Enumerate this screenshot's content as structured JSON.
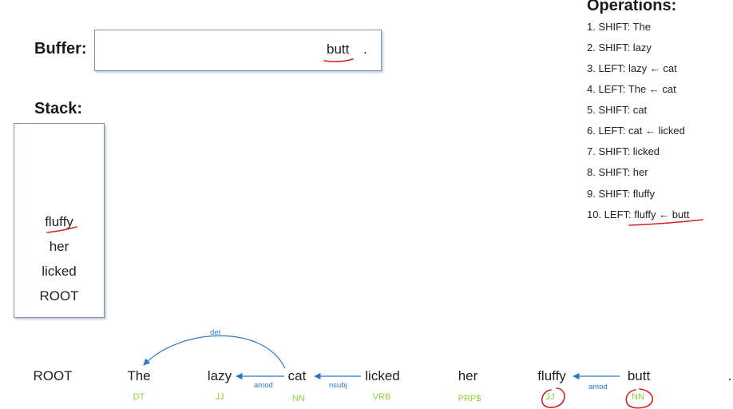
{
  "buffer": {
    "title": "Buffer:",
    "words": [
      "butt",
      "."
    ]
  },
  "stack": {
    "title": "Stack:",
    "items": [
      "fluffy",
      "her",
      "licked",
      "ROOT"
    ]
  },
  "operations": {
    "title": "Operations:",
    "items": [
      "1. SHIFT: The",
      "2. SHIFT: lazy",
      "3. LEFT: lazy ← cat",
      "4. LEFT: The ← cat",
      "5. SHIFT: cat",
      "6. LEFT: cat ← licked",
      "7. SHIFT: licked",
      "8. SHIFT: her",
      "9. SHIFT: fluffy",
      "10. LEFT: fluffy ← butt"
    ]
  },
  "sentence": {
    "tokens": [
      {
        "word": "ROOT",
        "pos": ""
      },
      {
        "word": "The",
        "pos": "DT"
      },
      {
        "word": "lazy",
        "pos": "JJ"
      },
      {
        "word": "cat",
        "pos": "NN"
      },
      {
        "word": "licked",
        "pos": "VRB"
      },
      {
        "word": "her",
        "pos": "PRP$"
      },
      {
        "word": "fluffy",
        "pos": "JJ"
      },
      {
        "word": "butt",
        "pos": "NN"
      },
      {
        "word": ".",
        "pos": ""
      }
    ],
    "arcs": [
      {
        "label": "det",
        "from": "cat",
        "to": "The"
      },
      {
        "label": "amod",
        "from": "cat",
        "to": "lazy"
      },
      {
        "label": "nsubj",
        "from": "licked",
        "to": "cat"
      },
      {
        "label": "amod",
        "from": "butt",
        "to": "fluffy"
      }
    ]
  },
  "colors": {
    "arc": "#2a78c8",
    "pos_tag": "#8ed13b",
    "annotation_ink": "#d42020",
    "box_border": "#7f93ad"
  }
}
